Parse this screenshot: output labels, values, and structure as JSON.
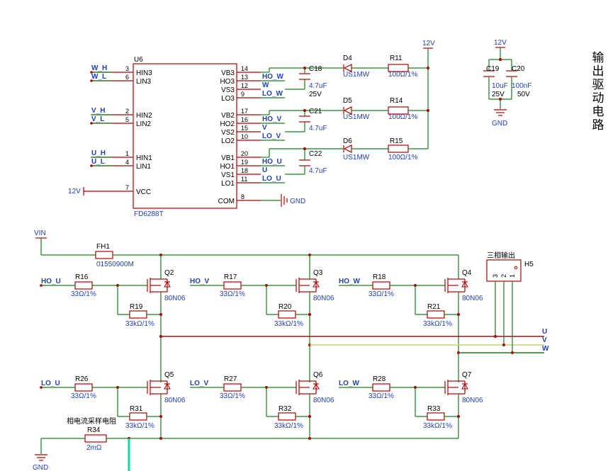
{
  "title": "输出驱动电路",
  "ic": {
    "ref": "U6",
    "value": "FD6288T",
    "left_pins": [
      {
        "num": "3",
        "name": "HIN3",
        "net": "W_H"
      },
      {
        "num": "6",
        "name": "LIN3",
        "net": "W_L"
      },
      {
        "num": "2",
        "name": "HIN2",
        "net": "V_H"
      },
      {
        "num": "5",
        "name": "LIN2",
        "net": "V_L"
      },
      {
        "num": "1",
        "name": "HIN1",
        "net": "U_H"
      },
      {
        "num": "4",
        "name": "LIN1",
        "net": "U_L"
      },
      {
        "num": "7",
        "name": "VCC",
        "net": "12V"
      }
    ],
    "right_pins": [
      {
        "num": "14",
        "name": "VB3",
        "net": ""
      },
      {
        "num": "13",
        "name": "HO3",
        "net": "HO_W"
      },
      {
        "num": "12",
        "name": "VS3",
        "net": "W"
      },
      {
        "num": "9",
        "name": "LO3",
        "net": "LO_W"
      },
      {
        "num": "17",
        "name": "VB2",
        "net": ""
      },
      {
        "num": "16",
        "name": "HO2",
        "net": "HO_V"
      },
      {
        "num": "15",
        "name": "VS2",
        "net": "V"
      },
      {
        "num": "10",
        "name": "LO2",
        "net": "LO_V"
      },
      {
        "num": "20",
        "name": "VB1",
        "net": ""
      },
      {
        "num": "19",
        "name": "HO1",
        "net": "HO_U"
      },
      {
        "num": "18",
        "name": "VS1",
        "net": "U"
      },
      {
        "num": "11",
        "name": "LO1",
        "net": "LO_U"
      },
      {
        "num": "8",
        "name": "COM",
        "net": "GND"
      }
    ]
  },
  "bootstrap": [
    {
      "cap": "C18",
      "cap_value": "4.7uF",
      "voltage": "25V",
      "diode": "D4",
      "diode_value": "US1MW",
      "res": "R11",
      "res_value": "100Ω/1%"
    },
    {
      "cap": "C21",
      "cap_value": "4.7uF",
      "diode": "D5",
      "diode_value": "US1MW",
      "res": "R14",
      "res_value": "100Ω/1%"
    },
    {
      "cap": "C22",
      "cap_value": "4.7uF",
      "diode": "D6",
      "diode_value": "US1MW",
      "res": "R15",
      "res_value": "100Ω/1%"
    }
  ],
  "supply": {
    "rail": "12V",
    "gnd": "GND",
    "c19": {
      "ref": "C19",
      "value": "10uF",
      "voltage": "25V"
    },
    "c20": {
      "ref": "C20",
      "value": "100nF",
      "voltage": "50V"
    }
  },
  "power": {
    "vin": "VIN",
    "fuse": "FH1",
    "fuse_value": "01550900M"
  },
  "high_side": [
    {
      "net": "HO_U",
      "gate_res": "R16",
      "gate_res_value": "33Ω/1%",
      "pd_res": "R19",
      "pd_res_value": "33kΩ/1%",
      "q": "Q2",
      "q_value": "80N06"
    },
    {
      "net": "HO_V",
      "gate_res": "R17",
      "gate_res_value": "33Ω/1%",
      "pd_res": "R20",
      "pd_res_value": "33kΩ/1%",
      "q": "Q3",
      "q_value": "80N06"
    },
    {
      "net": "HO_W",
      "gate_res": "R18",
      "gate_res_value": "33Ω/1%",
      "pd_res": "R21",
      "pd_res_value": "33kΩ/1%",
      "q": "Q4",
      "q_value": "80N06"
    }
  ],
  "low_side": [
    {
      "net": "LO_U",
      "gate_res": "R26",
      "gate_res_value": "33Ω/1%",
      "pd_res": "R31",
      "pd_res_value": "33kΩ/1%",
      "q": "Q5",
      "q_value": "80N06"
    },
    {
      "net": "LO_V",
      "gate_res": "R27",
      "gate_res_value": "33Ω/1%",
      "pd_res": "R32",
      "pd_res_value": "33kΩ/1%",
      "q": "Q6",
      "q_value": "80N06"
    },
    {
      "net": "LO_W",
      "gate_res": "R28",
      "gate_res_value": "33Ω/1%",
      "pd_res": "R33",
      "pd_res_value": "33kΩ/1%",
      "q": "Q7",
      "q_value": "80N06"
    }
  ],
  "output": {
    "connector": "H5",
    "label": "三相输出",
    "pins": [
      "3",
      "2",
      "1"
    ],
    "nets": [
      "U",
      "V",
      "W"
    ]
  },
  "shunt": {
    "label": "相电流采样电阻",
    "ref": "R34",
    "value": "2mΩ",
    "gnd": "GND"
  }
}
